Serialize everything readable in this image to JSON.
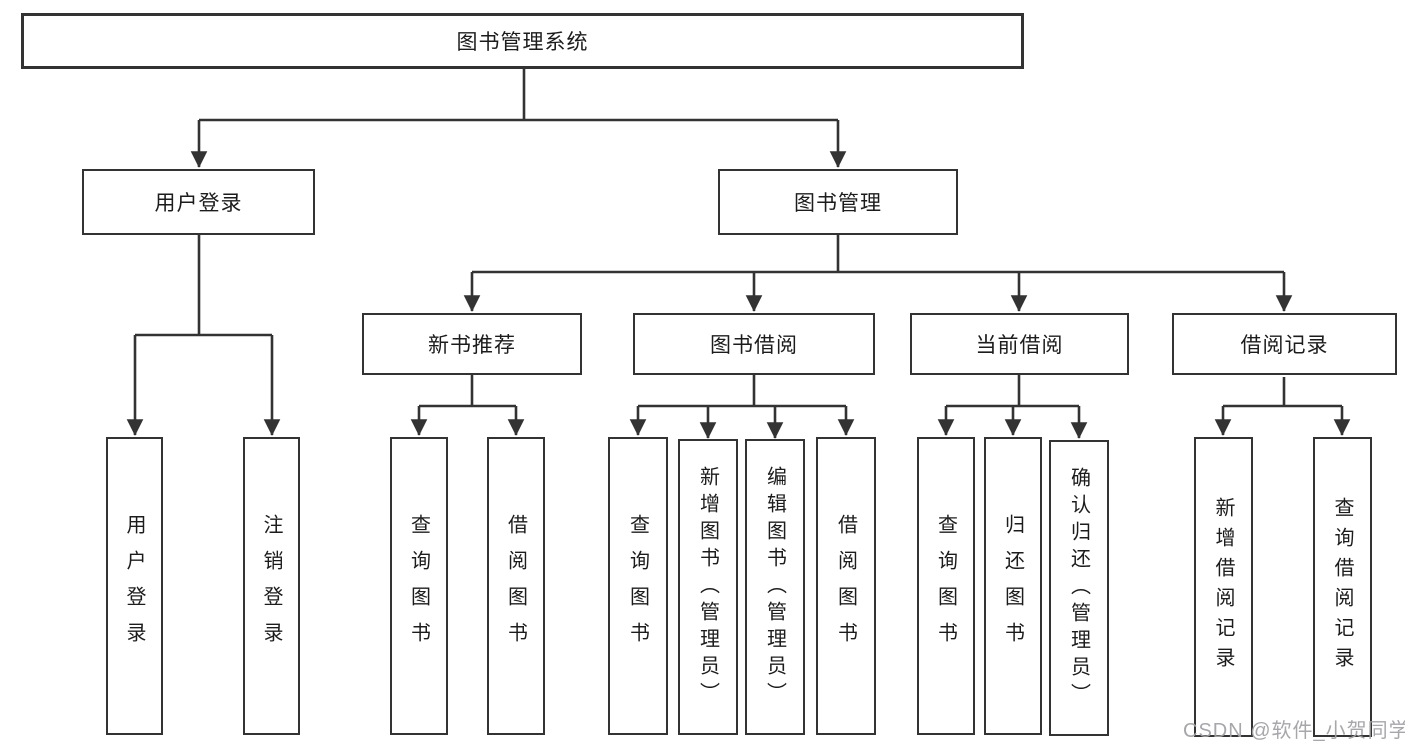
{
  "diagram": {
    "title": "图书管理系统",
    "branches": [
      {
        "label": "用户登录",
        "children": [
          "用户登录",
          "注销登录"
        ]
      },
      {
        "label": "图书管理",
        "sections": [
          {
            "label": "新书推荐",
            "children": [
              "查询图书",
              "借阅图书"
            ]
          },
          {
            "label": "图书借阅",
            "children": [
              "查询图书",
              "新增图书（管理员）",
              "编辑图书（管理员）",
              "借阅图书"
            ]
          },
          {
            "label": "当前借阅",
            "children": [
              "查询图书",
              "归还图书",
              "确认归还（管理员）"
            ]
          },
          {
            "label": "借阅记录",
            "children": [
              "新增借阅记录",
              "查询借阅记录"
            ]
          }
        ]
      }
    ]
  },
  "watermark": {
    "text": "CSDN @软件_小贺同学"
  },
  "colors": {
    "line": "#333333",
    "text": "#1c1c1c",
    "watermark": "#a2a2a6"
  }
}
